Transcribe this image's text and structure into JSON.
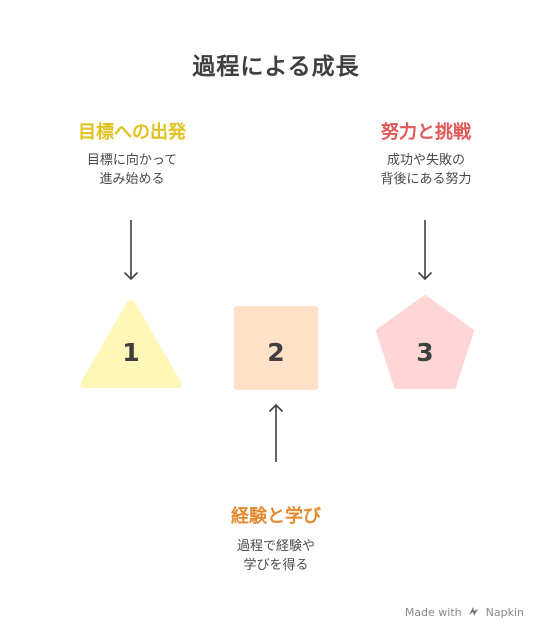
{
  "title": "過程による成長",
  "steps": [
    {
      "number": "1",
      "heading": "目標への出発",
      "desc_lines": [
        "目標に向かって",
        "進み始める"
      ],
      "color": "#E0C21F",
      "fill": "#FFF7B8",
      "shape": "triangle"
    },
    {
      "number": "2",
      "heading": "経験と学び",
      "desc_lines": [
        "過程で経験や",
        "学びを得る"
      ],
      "color": "#E48A2E",
      "fill": "#FFE1C8",
      "shape": "square"
    },
    {
      "number": "3",
      "heading": "努力と挑戦",
      "desc_lines": [
        "成功や失敗の",
        "背後にある努力"
      ],
      "color": "#E25656",
      "fill": "#FFD6D6",
      "shape": "pentagon"
    }
  ],
  "footer": {
    "made_with": "Made with",
    "brand": "Napkin",
    "logo_icon": "napkin-logo-icon"
  }
}
